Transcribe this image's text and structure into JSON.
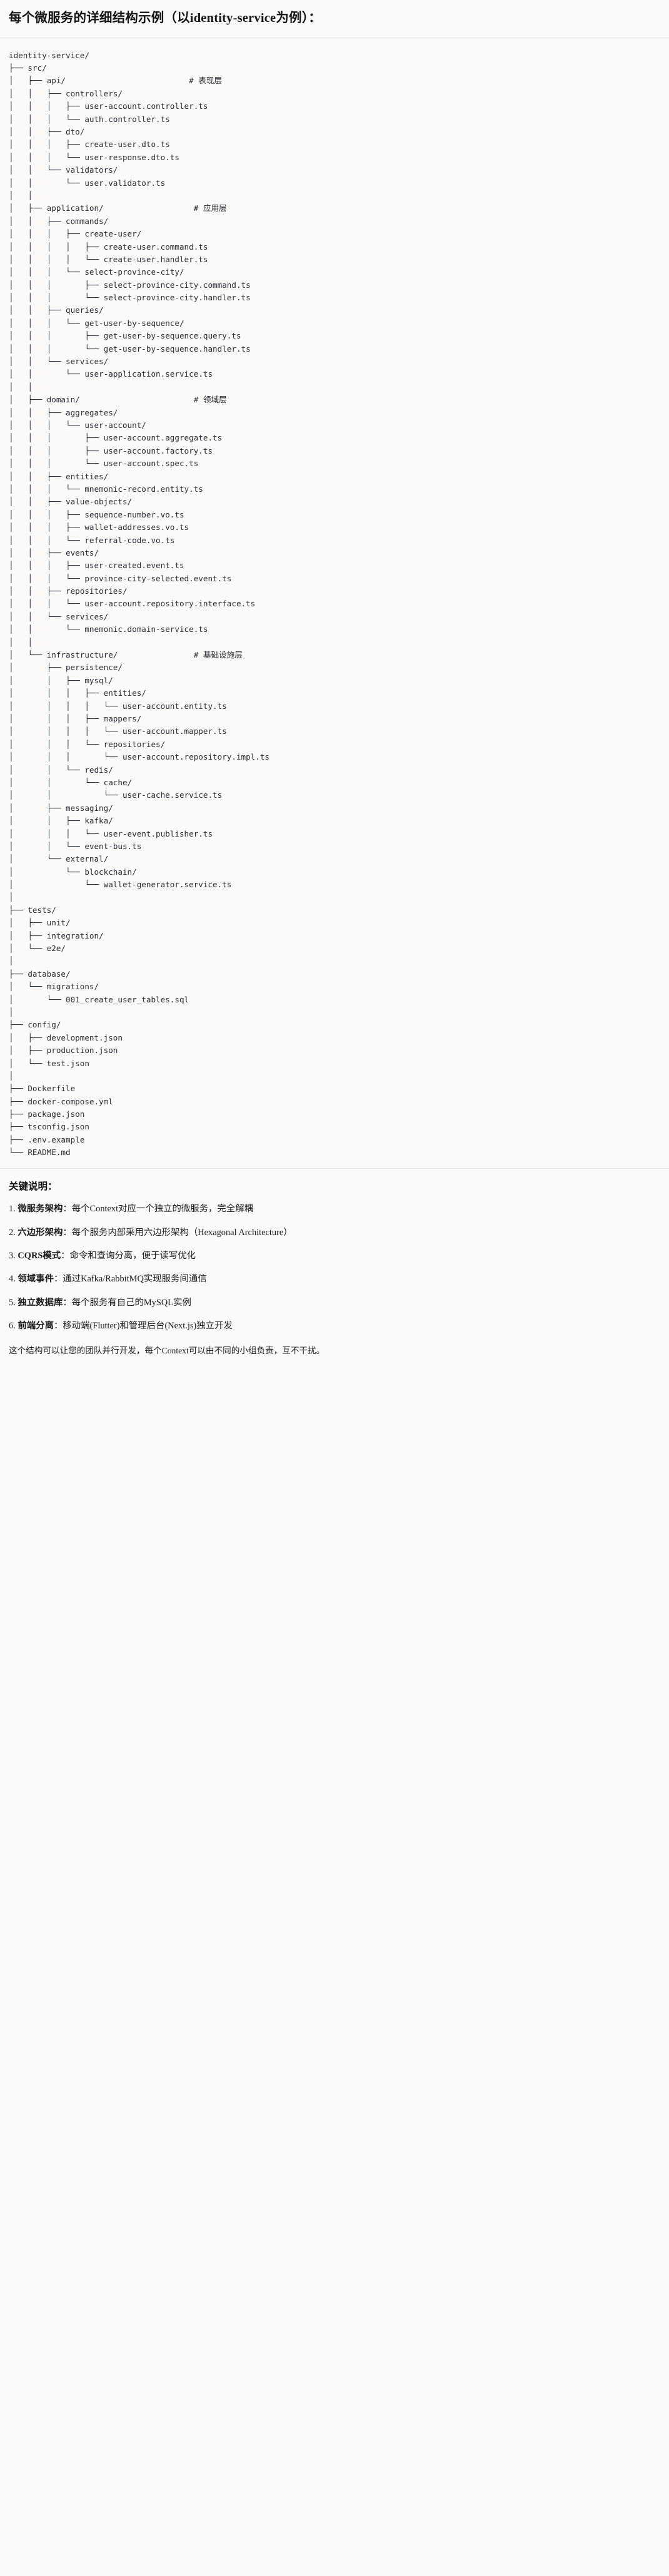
{
  "title": "每个微服务的详细结构示例（以identity-service为例）：",
  "tree": {
    "root": "identity-service/",
    "lines": [
      "identity-service/",
      "├── src/",
      "│   ├── api/                          # 表现层",
      "│   │   ├── controllers/",
      "│   │   │   ├── user-account.controller.ts",
      "│   │   │   └── auth.controller.ts",
      "│   │   ├── dto/",
      "│   │   │   ├── create-user.dto.ts",
      "│   │   │   └── user-response.dto.ts",
      "│   │   └── validators/",
      "│   │       └── user.validator.ts",
      "│   │",
      "│   ├── application/                   # 应用层",
      "│   │   ├── commands/",
      "│   │   │   ├── create-user/",
      "│   │   │   │   ├── create-user.command.ts",
      "│   │   │   │   └── create-user.handler.ts",
      "│   │   │   └── select-province-city/",
      "│   │   │       ├── select-province-city.command.ts",
      "│   │   │       └── select-province-city.handler.ts",
      "│   │   ├── queries/",
      "│   │   │   └── get-user-by-sequence/",
      "│   │   │       ├── get-user-by-sequence.query.ts",
      "│   │   │       └── get-user-by-sequence.handler.ts",
      "│   │   └── services/",
      "│   │       └── user-application.service.ts",
      "│   │",
      "│   ├── domain/                        # 领域层",
      "│   │   ├── aggregates/",
      "│   │   │   └── user-account/",
      "│   │   │       ├── user-account.aggregate.ts",
      "│   │   │       ├── user-account.factory.ts",
      "│   │   │       └── user-account.spec.ts",
      "│   │   ├── entities/",
      "│   │   │   └── mnemonic-record.entity.ts",
      "│   │   ├── value-objects/",
      "│   │   │   ├── sequence-number.vo.ts",
      "│   │   │   ├── wallet-addresses.vo.ts",
      "│   │   │   └── referral-code.vo.ts",
      "│   │   ├── events/",
      "│   │   │   ├── user-created.event.ts",
      "│   │   │   └── province-city-selected.event.ts",
      "│   │   ├── repositories/",
      "│   │   │   └── user-account.repository.interface.ts",
      "│   │   └── services/",
      "│   │       └── mnemonic.domain-service.ts",
      "│   │",
      "│   └── infrastructure/                # 基础设施层",
      "│       ├── persistence/",
      "│       │   ├── mysql/",
      "│       │   │   ├── entities/",
      "│       │   │   │   └── user-account.entity.ts",
      "│       │   │   ├── mappers/",
      "│       │   │   │   └── user-account.mapper.ts",
      "│       │   │   └── repositories/",
      "│       │   │       └── user-account.repository.impl.ts",
      "│       │   └── redis/",
      "│       │       └── cache/",
      "│       │           └── user-cache.service.ts",
      "│       ├── messaging/",
      "│       │   ├── kafka/",
      "│       │   │   └── user-event.publisher.ts",
      "│       │   └── event-bus.ts",
      "│       └── external/",
      "│           └── blockchain/",
      "│               └── wallet-generator.service.ts",
      "│",
      "├── tests/",
      "│   ├── unit/",
      "│   ├── integration/",
      "│   └── e2e/",
      "│",
      "├── database/",
      "│   └── migrations/",
      "│       └── 001_create_user_tables.sql",
      "│",
      "├── config/",
      "│   ├── development.json",
      "│   ├── production.json",
      "│   └── test.json",
      "│",
      "├── Dockerfile",
      "├── docker-compose.yml",
      "├── package.json",
      "├── tsconfig.json",
      "├── .env.example",
      "└── README.md"
    ],
    "layer_comments": [
      "# 表现层",
      "# 应用层",
      "# 领域层",
      "# 基础设施层"
    ]
  },
  "notes": {
    "heading": "关键说明：",
    "items": [
      {
        "index": "1.",
        "term": "微服务架构",
        "sep": "：",
        "text": "每个Context对应一个独立的微服务，完全解耦"
      },
      {
        "index": "2.",
        "term": "六边形架构",
        "sep": "：",
        "text": "每个服务内部采用六边形架构（Hexagonal Architecture）"
      },
      {
        "index": "3.",
        "term": "CQRS模式",
        "sep": "：",
        "text": "命令和查询分离，便于读写优化"
      },
      {
        "index": "4.",
        "term": "领域事件",
        "sep": "：",
        "text": "通过Kafka/RabbitMQ实现服务间通信"
      },
      {
        "index": "5.",
        "term": "独立数据库",
        "sep": "：",
        "text": "每个服务有自己的MySQL实例"
      },
      {
        "index": "6.",
        "term": "前端分离",
        "sep": "：",
        "text": "移动端(Flutter)和管理后台(Next.js)独立开发"
      }
    ],
    "closing": "这个结构可以让您的团队并行开发，每个Context可以由不同的小组负责，互不干扰。"
  },
  "colors": {
    "background": "#fbfaf8",
    "text": "#1c1c1c",
    "code_text": "#2a2d31",
    "rule": "#e4e1dc"
  }
}
